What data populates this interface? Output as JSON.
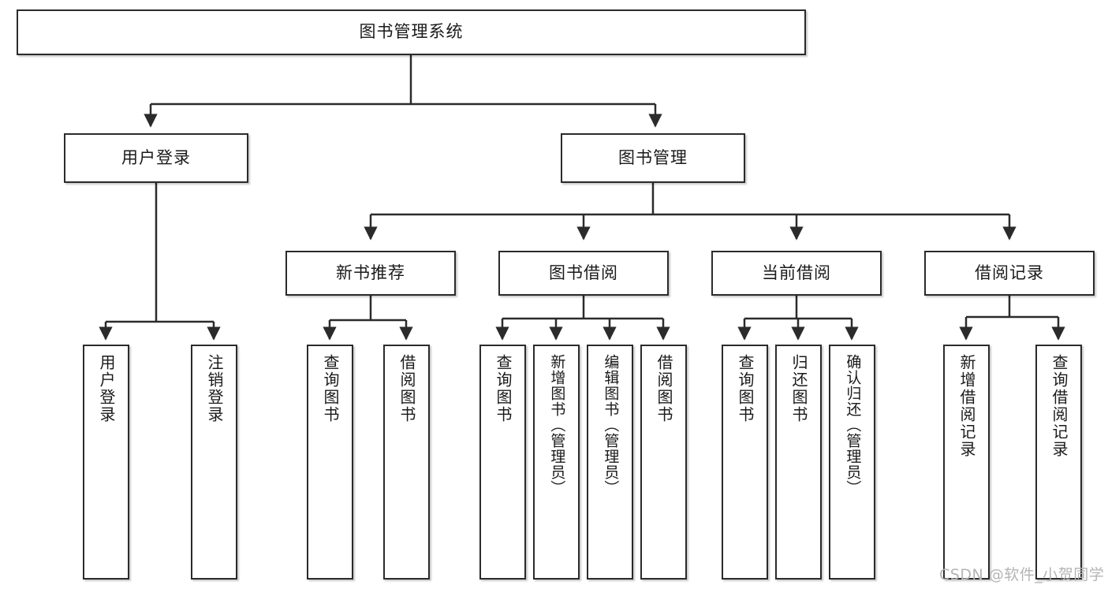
{
  "diagram": {
    "title": "图书管理系统",
    "type": "tree",
    "orientation": "top-down",
    "colors": {
      "box_border": "#2b2b2b",
      "box_fill": "#ffffff",
      "edge": "#2b2b2b",
      "text": "#1a1a1a",
      "watermark": "#b4b4b4",
      "background": "#ffffff"
    }
  },
  "watermark": {
    "text": "CSDN @软件_小贺同学"
  },
  "nodes": {
    "root": {
      "label": "图书管理系统"
    },
    "level2": [
      {
        "id": "user-login",
        "label": "用户登录"
      },
      {
        "id": "book-manage",
        "label": "图书管理"
      }
    ],
    "level3": [
      {
        "id": "new-book-recommend",
        "label": "新书推荐"
      },
      {
        "id": "book-borrow",
        "label": "图书借阅"
      },
      {
        "id": "current-borrow",
        "label": "当前借阅"
      },
      {
        "id": "borrow-record",
        "label": "借阅记录"
      }
    ],
    "leaves": {
      "user_login": [
        {
          "id": "leaf-user-login",
          "label": "用户登录"
        },
        {
          "id": "leaf-logout-login",
          "label": "注销登录"
        }
      ],
      "new_book_recommend": [
        {
          "id": "leaf-query-book-1",
          "label": "查询图书"
        },
        {
          "id": "leaf-borrow-book-1",
          "label": "借阅图书"
        }
      ],
      "book_borrow": [
        {
          "id": "leaf-query-book-2",
          "label": "查询图书"
        },
        {
          "id": "leaf-add-book",
          "label": "新增图书（管理员）"
        },
        {
          "id": "leaf-edit-book",
          "label": "编辑图书（管理员）"
        },
        {
          "id": "leaf-borrow-book-2",
          "label": "借阅图书"
        }
      ],
      "current_borrow": [
        {
          "id": "leaf-query-book-3",
          "label": "查询图书"
        },
        {
          "id": "leaf-return-book",
          "label": "归还图书"
        },
        {
          "id": "leaf-confirm-return",
          "label": "确认归还（管理员）"
        }
      ],
      "borrow_record": [
        {
          "id": "leaf-add-record",
          "label": "新增借阅记录"
        },
        {
          "id": "leaf-query-record",
          "label": "查询借阅记录"
        }
      ]
    }
  }
}
